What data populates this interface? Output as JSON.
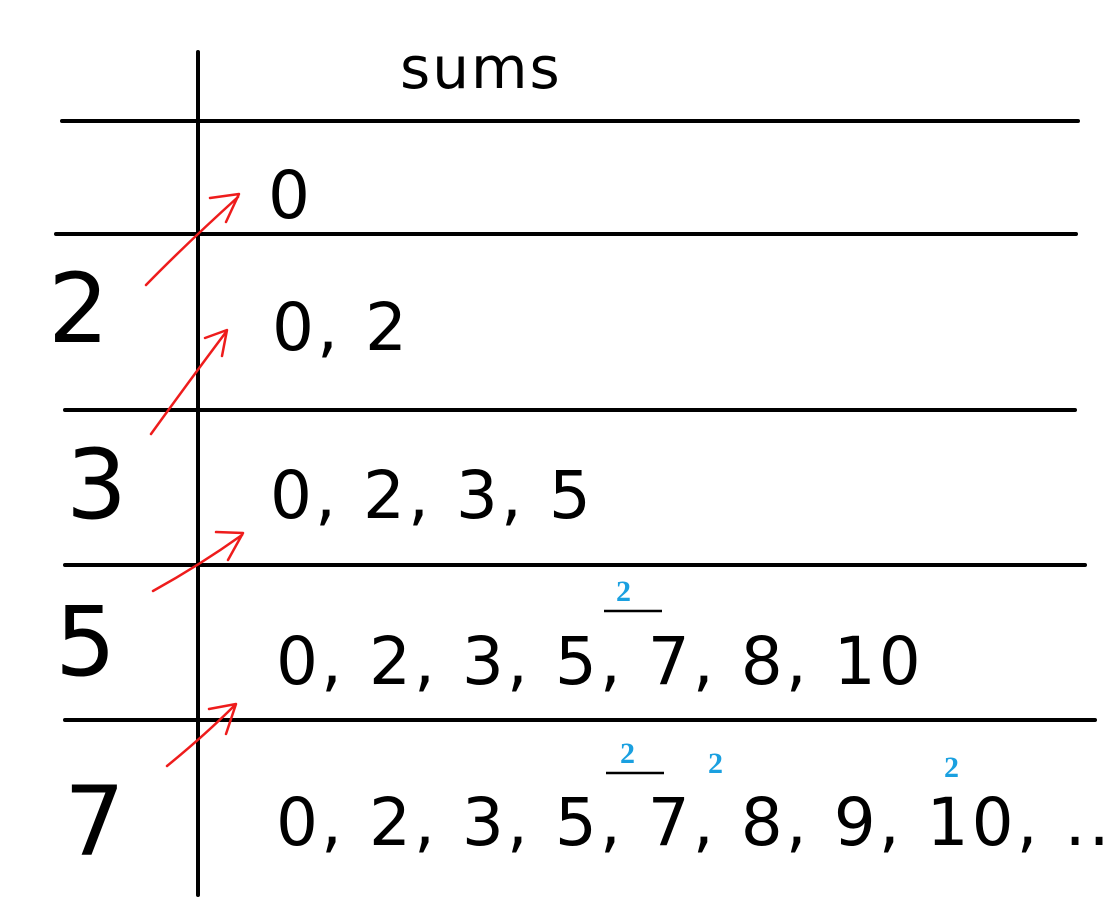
{
  "header": {
    "title": "sums"
  },
  "rows": [
    {
      "item": "",
      "sums": "0"
    },
    {
      "item": "2",
      "sums": "0, 2"
    },
    {
      "item": "3",
      "sums": "0, 2, 3, 5"
    },
    {
      "item": "5",
      "sums": "0, 2, 3, 5, 7, 8, 10"
    },
    {
      "item": "7",
      "sums": "0, 2, 3, 5, 7, 8, 9, 10, ..."
    }
  ],
  "superscripts": [
    {
      "row": 3,
      "over": "5",
      "label": "2"
    },
    {
      "row": 4,
      "over": "5",
      "label": "2"
    },
    {
      "row": 4,
      "over": "7",
      "label": "2"
    },
    {
      "row": 4,
      "over": "10",
      "label": "2"
    }
  ],
  "colors": {
    "ink": "#000000",
    "arrow": "#ee1c1c",
    "count": "#1aa0e0"
  }
}
